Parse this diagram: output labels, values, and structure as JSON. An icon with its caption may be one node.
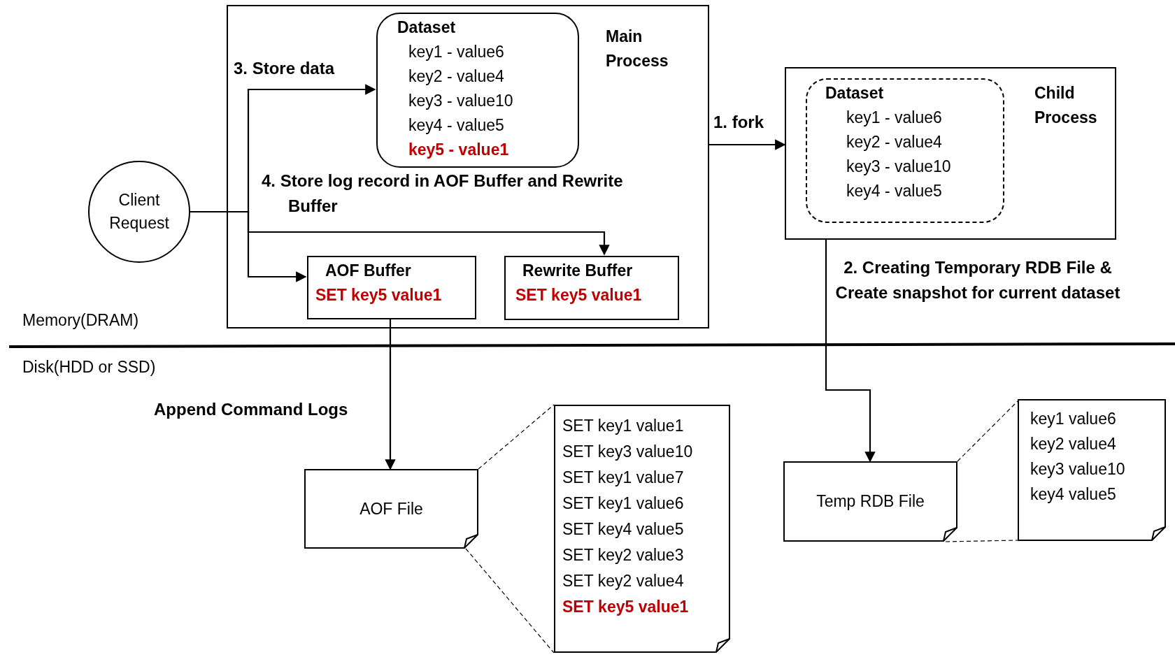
{
  "diagram": {
    "nodes": [
      {
        "text": [
          "Client Request"
        ]
      },
      {
        "text": [
          "Main Process"
        ]
      },
      {
        "text": [
          "Dataset",
          "key1 - value6",
          "key2 - value4",
          "key3 - value10",
          "key4 - value5",
          "key5 - value1"
        ],
        "in": 1
      },
      {
        "text": [
          "AOF Buffer",
          "SET key5 value1"
        ],
        "in": 1
      },
      {
        "text": [
          "Rewrite Buffer",
          "SET key5 value1"
        ],
        "in": 1
      },
      {
        "text": [
          "Child Process"
        ]
      },
      {
        "text": [
          "Dataset",
          "key1 - value6",
          "key2 - value4",
          "key3 - value10",
          "key4 - value5"
        ],
        "in": 5
      },
      {
        "text": [
          "AOF File"
        ]
      },
      {
        "text": [
          "SET key1 value1",
          "SET key3 value10",
          "SET key1 value7",
          "SET key1 value6",
          "SET key4 value5",
          "SET key2 value3",
          "SET key2 value4",
          "SET key5 value1"
        ]
      },
      {
        "text": [
          "Temp RDB File"
        ]
      },
      {
        "text": [
          "key1 value6",
          "key2 value4",
          "key3 value10",
          "key4 value5"
        ]
      }
    ],
    "edges": [
      {
        "from": 0,
        "to": 2,
        "arrow": "to",
        "label": "3. Store data"
      },
      {
        "from": 0,
        "to": 4,
        "arrow": "to",
        "label": "4. Store log record in AOF Buffer and Rewrite Buffer"
      },
      {
        "from": 0,
        "to": 3,
        "arrow": "to"
      },
      {
        "from": 1,
        "to": 5,
        "arrow": "to",
        "label": "1. fork"
      },
      {
        "from": 5,
        "to": 9,
        "arrow": "to",
        "label": "2. Creating Temporary RDB File & Create snapshot for current dataset"
      },
      {
        "from": 3,
        "to": 7,
        "arrow": "to",
        "label": "Append Command Logs"
      },
      {
        "from": 7,
        "to": 8,
        "arrow": "none",
        "style": "dashed"
      },
      {
        "from": 7,
        "to": 8,
        "arrow": "none",
        "style": "dashed"
      },
      {
        "from": 9,
        "to": 10,
        "arrow": "none",
        "style": "dashed"
      },
      {
        "from": 9,
        "to": 10,
        "arrow": "none",
        "style": "dashed"
      }
    ],
    "labels": [
      "Memory(DRAM)",
      "Disk(HDD or SSD)"
    ]
  }
}
